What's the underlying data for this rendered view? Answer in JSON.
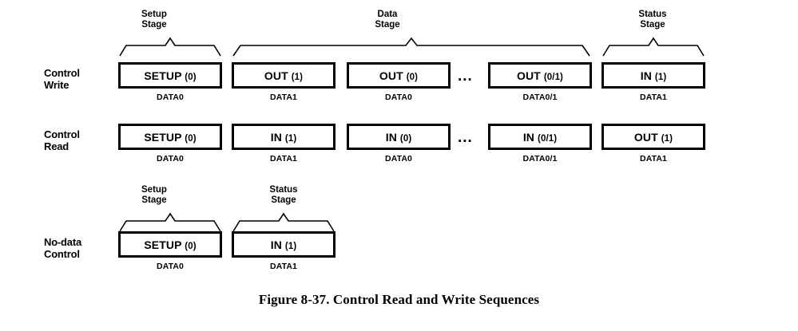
{
  "figure": {
    "caption": "Figure 8-37.  Control Read and Write Sequences"
  },
  "stage_labels": {
    "setup": "Setup\nStage",
    "data": "Data\nStage",
    "status": "Status\nStage"
  },
  "rows": [
    {
      "label": "Control\nWrite",
      "packets": [
        {
          "name": "SETUP",
          "toggle": "(0)",
          "data": "DATA0"
        },
        {
          "name": "OUT",
          "toggle": "(1)",
          "data": "DATA1"
        },
        {
          "name": "OUT",
          "toggle": "(0)",
          "data": "DATA0"
        },
        {
          "name": "OUT",
          "toggle": "(0/1)",
          "data": "DATA0/1"
        },
        {
          "name": "IN",
          "toggle": "(1)",
          "data": "DATA1"
        }
      ],
      "ellipsis": "...",
      "brackets": [
        {
          "stage": "setup"
        },
        {
          "stage": "data"
        },
        {
          "stage": "status"
        }
      ]
    },
    {
      "label": "Control\nRead",
      "packets": [
        {
          "name": "SETUP",
          "toggle": "(0)",
          "data": "DATA0"
        },
        {
          "name": "IN",
          "toggle": "(1)",
          "data": "DATA1"
        },
        {
          "name": "IN",
          "toggle": "(0)",
          "data": "DATA0"
        },
        {
          "name": "IN",
          "toggle": "(0/1)",
          "data": "DATA0/1"
        },
        {
          "name": "OUT",
          "toggle": "(1)",
          "data": "DATA1"
        }
      ],
      "ellipsis": "...",
      "brackets": []
    },
    {
      "label": "No-data\nControl",
      "packets": [
        {
          "name": "SETUP",
          "toggle": "(0)",
          "data": "DATA0"
        },
        {
          "name": "IN",
          "toggle": "(1)",
          "data": "DATA1"
        }
      ],
      "ellipsis": "",
      "brackets": [
        {
          "stage": "setup"
        },
        {
          "stage": "status"
        }
      ]
    }
  ],
  "colors": {
    "ink": "#000000",
    "paper": "#ffffff"
  }
}
